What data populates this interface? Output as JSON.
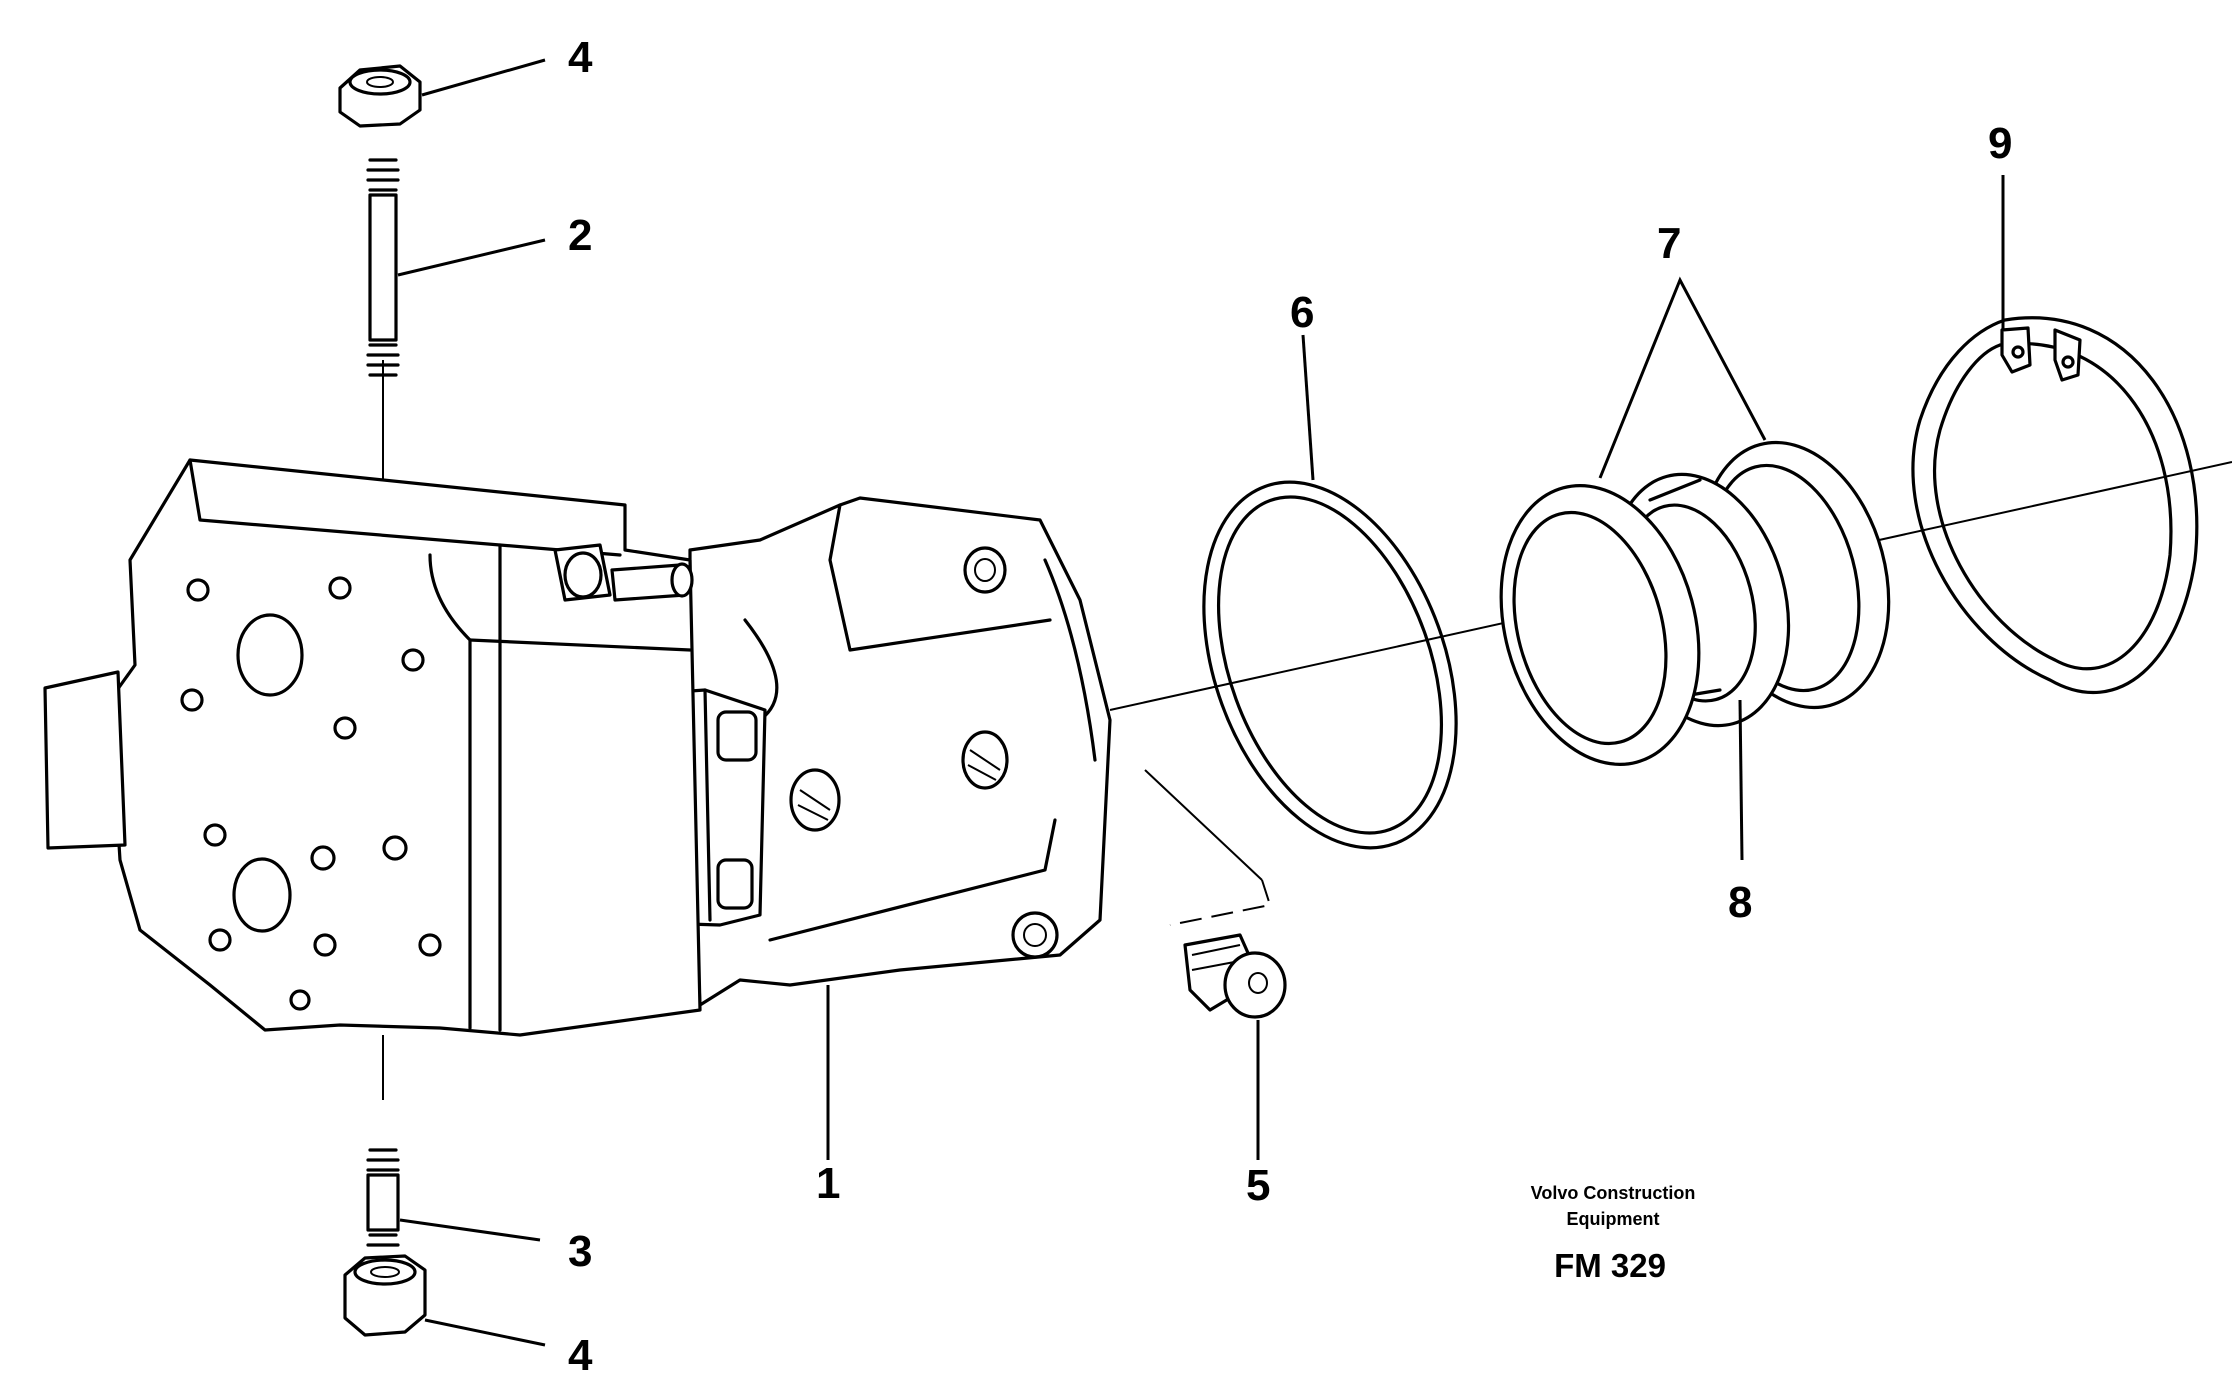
{
  "callouts": {
    "c1": "1",
    "c2": "2",
    "c3": "3",
    "c4_top": "4",
    "c4_bottom": "4",
    "c5": "5",
    "c6": "6",
    "c7": "7",
    "c8": "8",
    "c9": "9"
  },
  "footer": {
    "brand_line1": "Volvo Construction",
    "brand_line2": "Equipment",
    "figure_code": "FM 329"
  }
}
